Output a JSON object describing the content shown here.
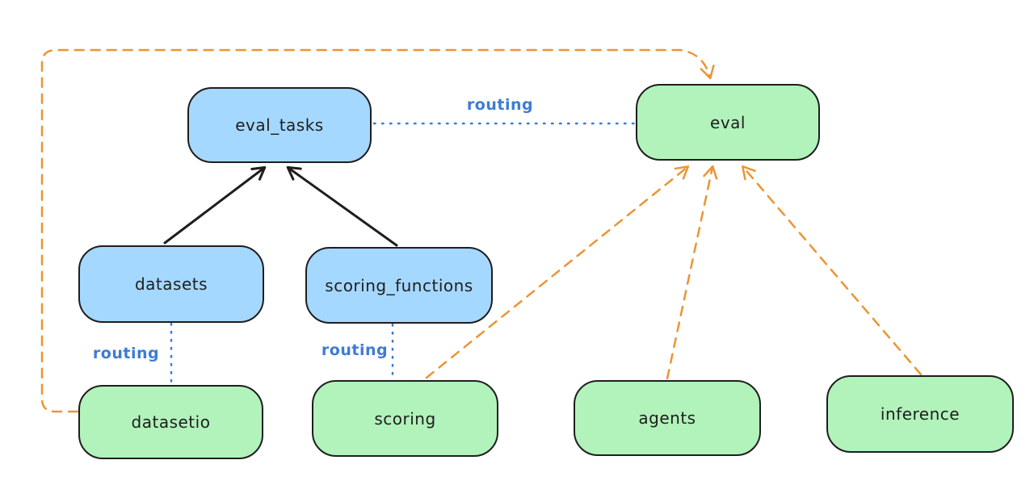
{
  "diagram": {
    "type": "architecture-diagram",
    "background": "#ffffff",
    "colors": {
      "blue_node_fill": "#a5d8ff",
      "green_node_fill": "#b2f2bb",
      "node_stroke": "#1e1e1e",
      "solid_arrow": "#1e1e1e",
      "dashed_arrow_orange": "#ec9434",
      "routing_edge_blue": "#3e7cd2"
    },
    "nodes": [
      {
        "id": "eval_tasks",
        "label": "eval_tasks",
        "color": "blue"
      },
      {
        "id": "eval",
        "label": "eval",
        "color": "green"
      },
      {
        "id": "datasets",
        "label": "datasets",
        "color": "blue"
      },
      {
        "id": "scoring_functions",
        "label": "scoring_functions",
        "color": "blue"
      },
      {
        "id": "datasetio",
        "label": "datasetio",
        "color": "green"
      },
      {
        "id": "scoring",
        "label": "scoring",
        "color": "green"
      },
      {
        "id": "agents",
        "label": "agents",
        "color": "green"
      },
      {
        "id": "inference",
        "label": "inference",
        "color": "green"
      }
    ],
    "edges": [
      {
        "from": "eval_tasks",
        "to": "eval",
        "style": "dotted",
        "color": "blue",
        "label": "routing",
        "arrow": false
      },
      {
        "from": "datasets",
        "to": "datasetio",
        "style": "dotted",
        "color": "blue",
        "label": "routing",
        "arrow": false
      },
      {
        "from": "scoring_functions",
        "to": "scoring",
        "style": "dotted",
        "color": "blue",
        "label": "routing",
        "arrow": false
      },
      {
        "from": "datasets",
        "to": "eval_tasks",
        "style": "solid",
        "color": "black",
        "label": "",
        "arrow": true
      },
      {
        "from": "scoring_functions",
        "to": "eval_tasks",
        "style": "solid",
        "color": "black",
        "label": "",
        "arrow": true
      },
      {
        "from": "datasetio",
        "to": "eval",
        "style": "dashed",
        "color": "orange",
        "label": "",
        "arrow": true
      },
      {
        "from": "scoring",
        "to": "eval",
        "style": "dashed",
        "color": "orange",
        "label": "",
        "arrow": true
      },
      {
        "from": "agents",
        "to": "eval",
        "style": "dashed",
        "color": "orange",
        "label": "",
        "arrow": true
      },
      {
        "from": "inference",
        "to": "eval",
        "style": "dashed",
        "color": "orange",
        "label": "",
        "arrow": true
      }
    ]
  }
}
